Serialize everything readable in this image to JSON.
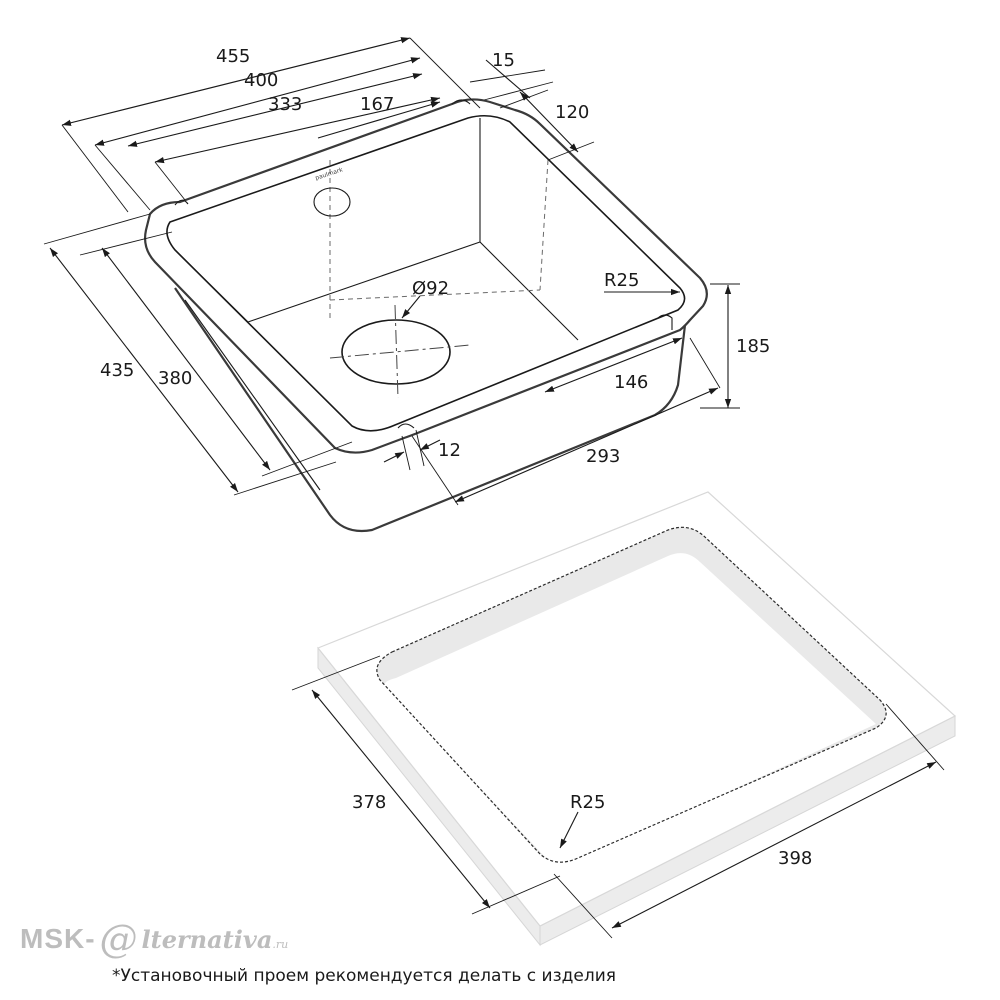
{
  "sink": {
    "brand_mark": "paulmark",
    "dims": {
      "d455": "455",
      "d400": "400",
      "d333": "333",
      "d167": "167",
      "d15": "15",
      "d120": "120",
      "d435": "435",
      "d380": "380",
      "d_hole": "Ø92",
      "d_r25": "R25",
      "d185": "185",
      "d146": "146",
      "d12": "12",
      "d293": "293"
    }
  },
  "cutout": {
    "dims": {
      "d378": "378",
      "d398": "398",
      "d_r25": "R25"
    }
  },
  "watermark": {
    "part1": "MSK-",
    "part2": "@",
    "part3": "lternativa",
    "part4": ".ru"
  },
  "footnote": "*Установочный проем рекомендуется делать с изделия"
}
